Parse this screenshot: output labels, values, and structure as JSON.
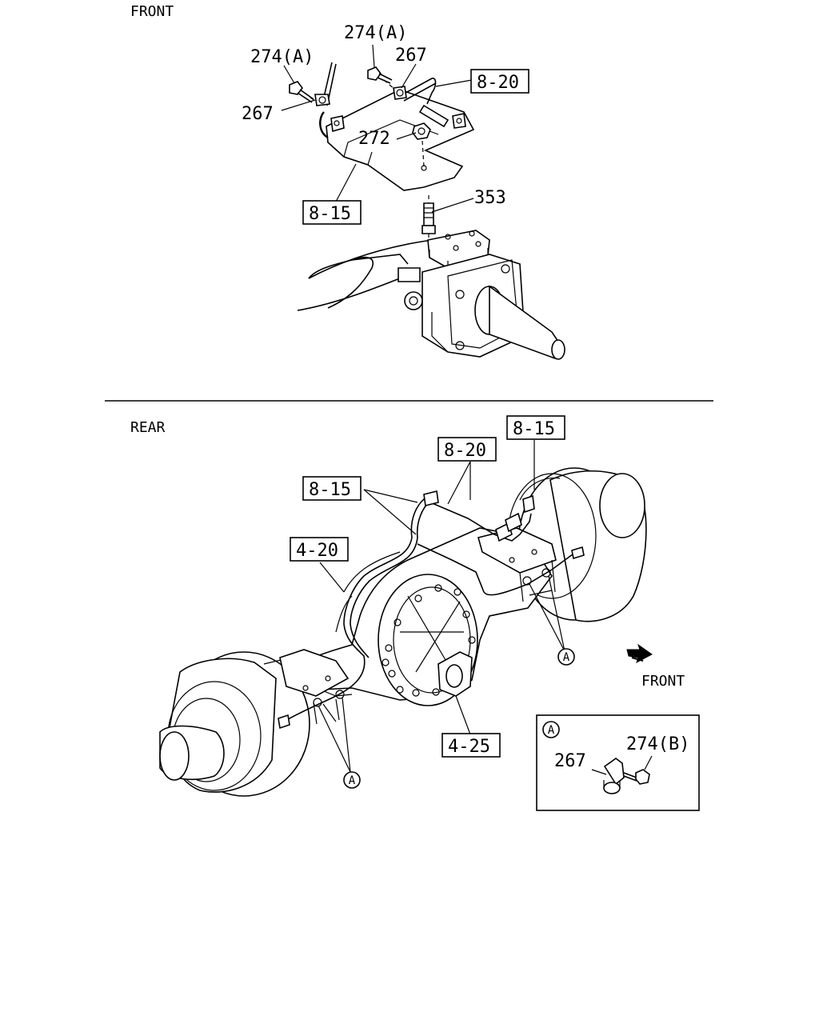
{
  "front_section": {
    "heading": "FRONT",
    "labels": {
      "bolt_a_top": "274(A)",
      "bolt_a_left": "274(A)",
      "clip_top": "267",
      "clip_left": "267",
      "nut": "272",
      "bolt_lower": "353",
      "ref_8_20": "8-20",
      "ref_8_15": "8-15"
    }
  },
  "rear_section": {
    "heading": "REAR",
    "direction_label": "FRONT",
    "labels": {
      "ref_8_15_top": "8-15",
      "ref_8_20": "8-20",
      "ref_8_15_left": "8-15",
      "ref_4_20": "4-20",
      "ref_4_25": "4-25",
      "callout_right": "A",
      "callout_left": "A"
    },
    "detail_box": {
      "callout": "A",
      "clip_label": "267",
      "bolt_label": "274(B)"
    }
  }
}
